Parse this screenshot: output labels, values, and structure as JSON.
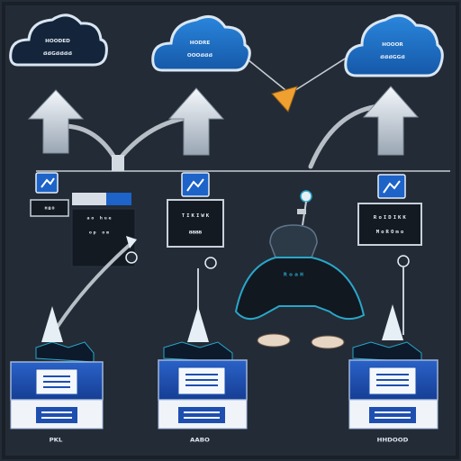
{
  "colors": {
    "background": "#232b36",
    "cloud_blue": "#1f74c8",
    "cloud_dark": "#14243a",
    "cloud_outline": "#d9e6f2",
    "link_line": "#c8cdd4",
    "arrow_white": "#e6eef6",
    "badge_blue": "#1d63c8",
    "server_blue": "#1e4fb0",
    "panel_dark": "#141a22",
    "accent_orange": "#f0a030",
    "glow_teal": "#2aa6c8"
  },
  "clouds": [
    {
      "line1": "ᴴᴼᴼᴰᴱᴰ",
      "line2": "ᴽᴽᴳᴽᴽᴽᴽ"
    },
    {
      "line1": "ᴴᴼᴰᴿᴱ",
      "line2": "ᴼᴼᴼᴽᴽᴽ"
    },
    {
      "line1": "ᴴᴼᴼᴼᴿ",
      "line2": "ᴽᴽᴽᴳᴳᴽ"
    }
  ],
  "boxes": {
    "left": {
      "label": "ᴴᴽᴼ",
      "line1": "ᵃᵒ ʰᵘᵉ",
      "line2": "ᵒᵖ ᵒᵐ"
    },
    "center": {
      "line1": "ᵀᴵᴷᴵᵂᴷ",
      "line2": "ᴽᴽᴽᴽ"
    },
    "right": {
      "line1": "ᴿᵒᴵᴰᴵᴷᴷ",
      "line2": "ᴹᵒᴿᴼᵐᵒ"
    }
  },
  "figure": {
    "label": "ᴿᵒᵃᴴ"
  },
  "footers": [
    "ᴾᴷᴸ",
    "ᴬᴬᴮᴼ",
    "ᴴᴴᴰᴼᴼᴰ"
  ]
}
